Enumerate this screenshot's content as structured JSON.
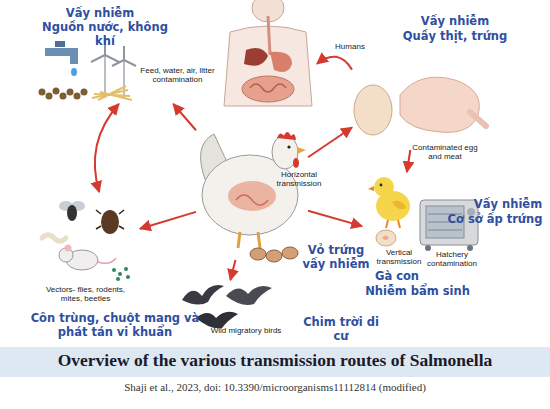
{
  "diagram": {
    "title": "Overview of the various transmission routes of Salmonella",
    "caption": "Shaji et al., 2023, doi: 10.3390/microorganisms11112814 (modified)",
    "nodes": [
      {
        "text": [
          "Vấy nhiễm",
          "Nguồn nước, không khí",
          "Feed, water, air, litter contamination"
        ]
      },
      {
        "text": [
          "Humans"
        ]
      },
      {
        "text": [
          "Vấy nhiễm",
          "Quầy thịt, trứng",
          "Contaminated egg and meat"
        ]
      },
      {
        "text": [
          "Horizontal transmission",
          "Vỏ trứng vấy nhiễm"
        ]
      },
      {
        "text": [
          "Vertical transmission",
          "Gà con",
          "Nhiễm bẩm sinh"
        ]
      },
      {
        "text": [
          "Vấy nhiễm",
          "Cơ sở ấp trứng",
          "Hatchery contamination"
        ]
      },
      {
        "text": [
          "Vectors- flies, rodents, mites, beetles",
          "Côn trùng, chuột mang và phát tán vi khuẩn"
        ]
      },
      {
        "text": [
          "Wild migratory birds",
          "Chim trời di cư"
        ]
      }
    ],
    "edges": [
      {
        "from": 3,
        "to": 0,
        "arrow": "to"
      },
      {
        "from": 2,
        "to": 1,
        "arrow": "to"
      },
      {
        "from": 3,
        "to": 2,
        "arrow": "to"
      },
      {
        "from": 2,
        "to": 4,
        "arrow": "to"
      },
      {
        "from": 3,
        "to": 4,
        "arrow": "to"
      },
      {
        "from": 3,
        "to": 6,
        "arrow": "to"
      },
      {
        "from": 0,
        "to": 6,
        "arrow": "both"
      },
      {
        "from": 3,
        "to": 7,
        "arrow": "to"
      }
    ]
  }
}
